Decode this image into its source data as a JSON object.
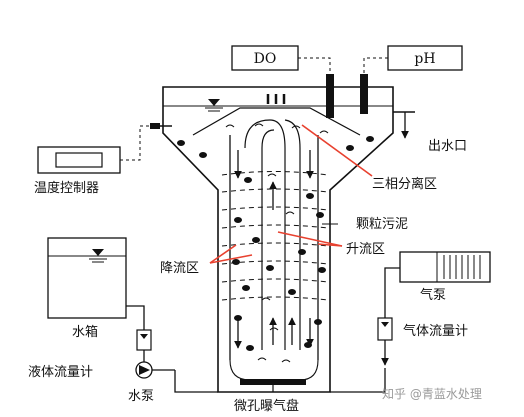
{
  "labels": {
    "do_box": "DO",
    "ph_box": "pH",
    "outlet": "出水口",
    "three_phase_separator": "三相分离区",
    "granular_sludge": "颗粒污泥",
    "riser_zone": "升流区",
    "downcomer_zone": "降流区",
    "temperature_controller": "温度控制器",
    "water_tank": "水箱",
    "liquid_flowmeter": "液体流量计",
    "water_pump": "水泵",
    "air_pump": "气泵",
    "gas_flowmeter": "气体流量计",
    "microporous_aerator": "微孔曝气盘",
    "watermark": "知乎 @青蓝水处理"
  },
  "colors": {
    "line": "#111111",
    "pointer": "#e8412f",
    "background": "#ffffff"
  },
  "icons": {
    "water_level": "inverted-triangle-icon",
    "pump": "pump-icon",
    "flowmeter": "flowmeter-icon"
  }
}
